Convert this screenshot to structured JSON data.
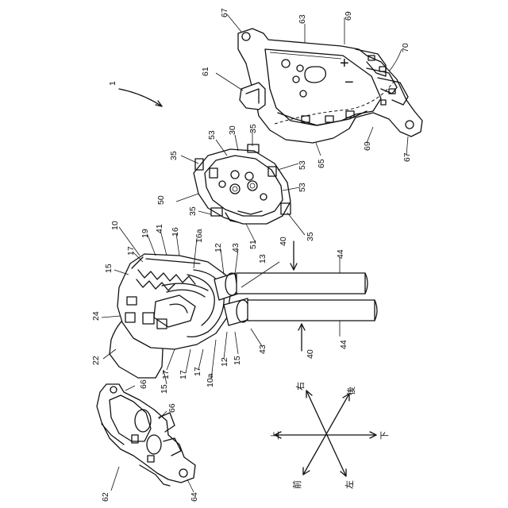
{
  "labels": {
    "assembly": "1",
    "plate_hole_top": "67",
    "plate": "63",
    "plate_tab_top": "69",
    "route": "70",
    "clip": "61",
    "plus_mark": "+",
    "minus_mark": "−",
    "plate_tab_bottom": "69",
    "plate_hole_bottom": "67",
    "plate_body": "65",
    "term_53a": "53",
    "term_30": "30",
    "term_35a": "35",
    "term_35b": "35",
    "term_53b": "53",
    "term_50": "50",
    "term_53c": "53",
    "term_35c": "35",
    "term_35d": "35",
    "term_51": "51",
    "conn_10": "10",
    "conn_17a": "17",
    "conn_19": "19",
    "conn_41": "41",
    "conn_16": "16",
    "conn_15a": "15",
    "conn_16a": "16a",
    "conn_12a": "12",
    "conn_43a": "43",
    "conn_13": "13",
    "conn_24": "24",
    "conn_22": "22",
    "conn_17b": "17",
    "conn_17c": "17",
    "conn_17d": "17",
    "conn_10a": "10a",
    "conn_15b": "15",
    "conn_12b": "12",
    "conn_43b": "43",
    "conn_15c": "15",
    "cable_40a": "40",
    "cable_44a": "44",
    "cable_40b": "40",
    "cable_44b": "44",
    "holder_66a": "66",
    "holder_66b": "66",
    "holder_62": "62",
    "holder_64": "64"
  },
  "compass": {
    "right": "右",
    "rear": "後",
    "up": "上",
    "down": "下",
    "front": "前",
    "left": "左"
  }
}
